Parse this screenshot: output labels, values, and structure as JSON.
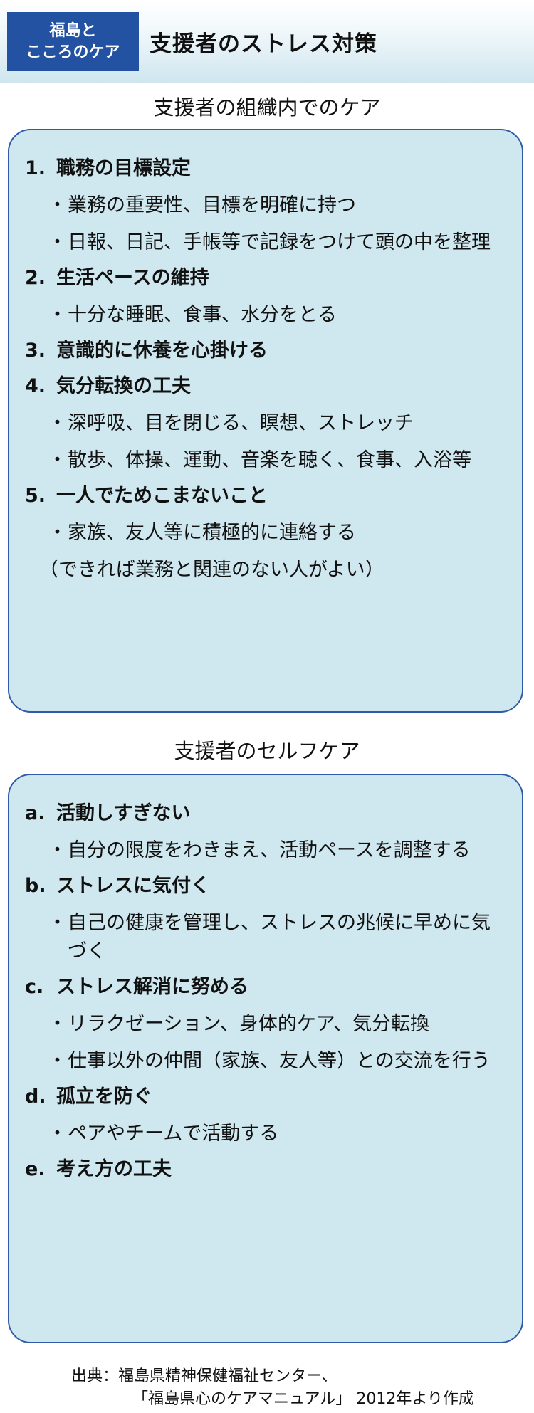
{
  "header": {
    "badge_line1": "福島と",
    "badge_line2": "こころのケア",
    "title": "支援者のストレス対策",
    "badge_color": "#2352a3"
  },
  "section1": {
    "title": "支援者の組織内でのケア",
    "groups": [
      {
        "num": "1.",
        "heading": "職務の目標設定",
        "items": [
          "業務の重要性、目標を明確に持つ",
          "日報、日記、手帳等で記録をつけて頭の中を整理"
        ]
      },
      {
        "num": "2.",
        "heading": "生活ペースの維持",
        "items": [
          "十分な睡眠、食事、水分をとる"
        ]
      },
      {
        "num": "3.",
        "heading": "意識的に休養を心掛ける",
        "items": []
      },
      {
        "num": "4.",
        "heading": "気分転換の工夫",
        "items": [
          "深呼吸、目を閉じる、瞑想、ストレッチ",
          "散歩、体操、運動、音楽を聴く、食事、入浴等"
        ]
      },
      {
        "num": "5.",
        "heading": "一人でためこまないこと",
        "items": [
          "家族、友人等に積極的に連絡する"
        ],
        "note": "（できれば業務と関連のない人がよい）"
      }
    ]
  },
  "section2": {
    "title": "支援者のセルフケア",
    "groups": [
      {
        "num": "a.",
        "heading": "活動しすぎない",
        "items": [
          "自分の限度をわきまえ、活動ペースを調整する"
        ]
      },
      {
        "num": "b.",
        "heading": "ストレスに気付く",
        "items": [
          "自己の健康を管理し、ストレスの兆候に早めに気づく"
        ]
      },
      {
        "num": "c.",
        "heading": "ストレス解消に努める",
        "items": [
          "リラクゼーション、身体的ケア、気分転換",
          "仕事以外の仲間（家族、友人等）との交流を行う"
        ]
      },
      {
        "num": "d.",
        "heading": "孤立を防ぐ",
        "items": [
          "ペアやチームで活動する"
        ]
      },
      {
        "num": "e.",
        "heading": "考え方の工夫",
        "items": []
      }
    ]
  },
  "bullet": "・",
  "source": {
    "line1": "出典：福島県精神保健福祉センター、",
    "line2": "「福島県心のケアマニュアル」 2012年より作成"
  },
  "colors": {
    "box_bg": "#cfe7ef",
    "box_border": "#2f5aa8"
  }
}
